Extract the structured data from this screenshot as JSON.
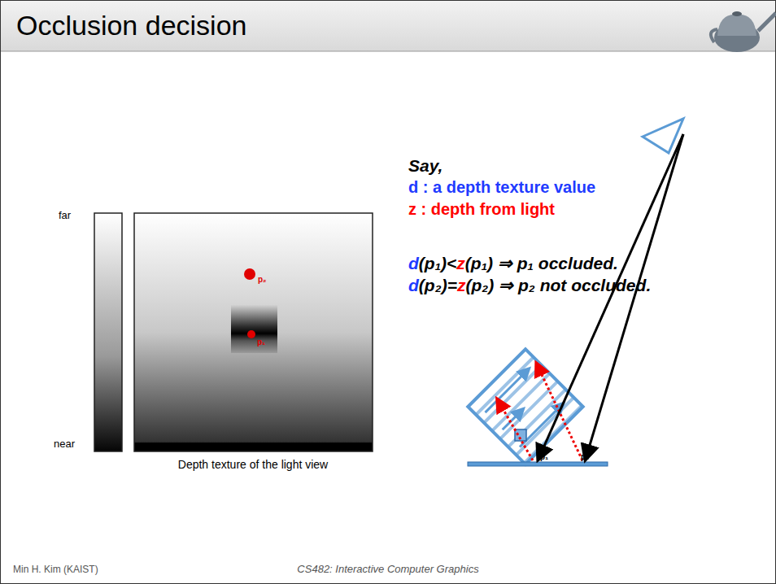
{
  "diagram": {
    "title": "Occlusion decision",
    "labels": [
      "far",
      "near",
      "p₂",
      "p₁",
      "Depth texture of the light view",
      "Say,",
      "d : a depth texture value",
      "z : depth from light",
      "d(p₁)<z(p₁) ⇒ p₁ occluded.",
      "d(p₂)=z(p₂) ⇒ p₂ not occluded.",
      "p₁",
      "p₂",
      "Min H. Kim (KAIST)",
      "CS482: Interactive Computer Graphics"
    ]
  }
}
